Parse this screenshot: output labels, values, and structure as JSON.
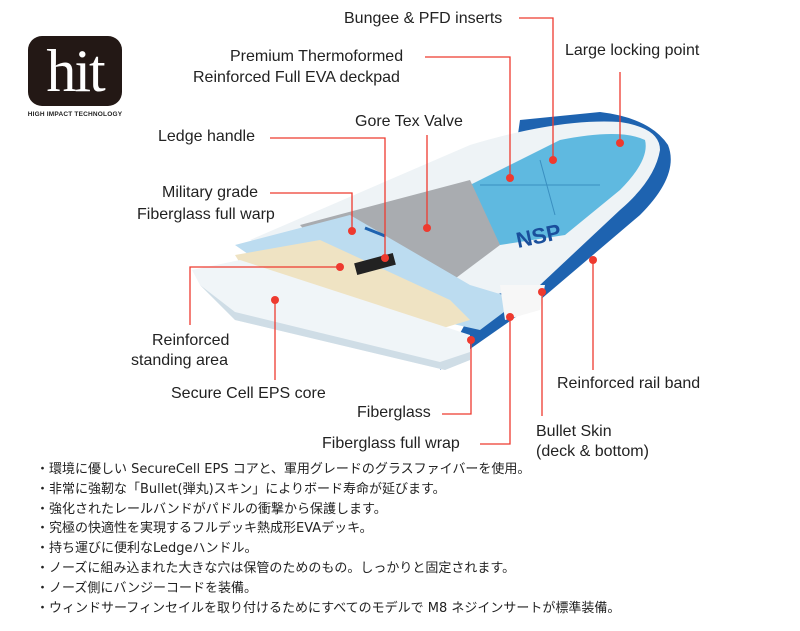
{
  "logo": {
    "text": "hit",
    "subtitle": "HIGH IMPACT TECHNOLOGY"
  },
  "brand_mark": "NSP",
  "callouts": {
    "bungee": "Bungee & PFD inserts",
    "locking": "Large locking point",
    "deckpad_1": "Premium Thermoformed",
    "deckpad_2": "Reinforced Full EVA deckpad",
    "gore": "Gore Tex Valve",
    "ledge": "Ledge handle",
    "military_1": "Military grade",
    "military_2": "Fiberglass full warp",
    "standing_1": "Reinforced",
    "standing_2": "standing area",
    "eps": "Secure Cell EPS core",
    "fiberglass": "Fiberglass",
    "fullwrap": "Fiberglass full wrap",
    "bullet_1": "Bullet Skin",
    "bullet_2": "(deck & bottom)",
    "railband": "Reinforced rail band"
  },
  "features": [
    "環境に優しい SecureCell EPS コアと、軍用グレードのグラスファイバーを使用。",
    "非常に強靭な「Bullet(弾丸)スキン」によりボード寿命が延びます。",
    "強化されたレールバンドがパドルの衝撃から保護します。",
    "究極の快適性を実現するフルデッキ熱成形EVAデッキ。",
    "持ち運びに便利なLedgeハンドル。",
    "ノーズに組み込まれた大きな穴は保管のためのもの。しっかりと固定されます。",
    "ノーズ側にバンジーコードを装備。",
    "ウィンドサーフィンセイルを取り付けるためにすべてのモデルで M8 ネジインサートが標準装備。"
  ],
  "colors": {
    "callout": "#ee3a2f",
    "rail": "#1e63b0",
    "deck": "#5fb9e0"
  }
}
